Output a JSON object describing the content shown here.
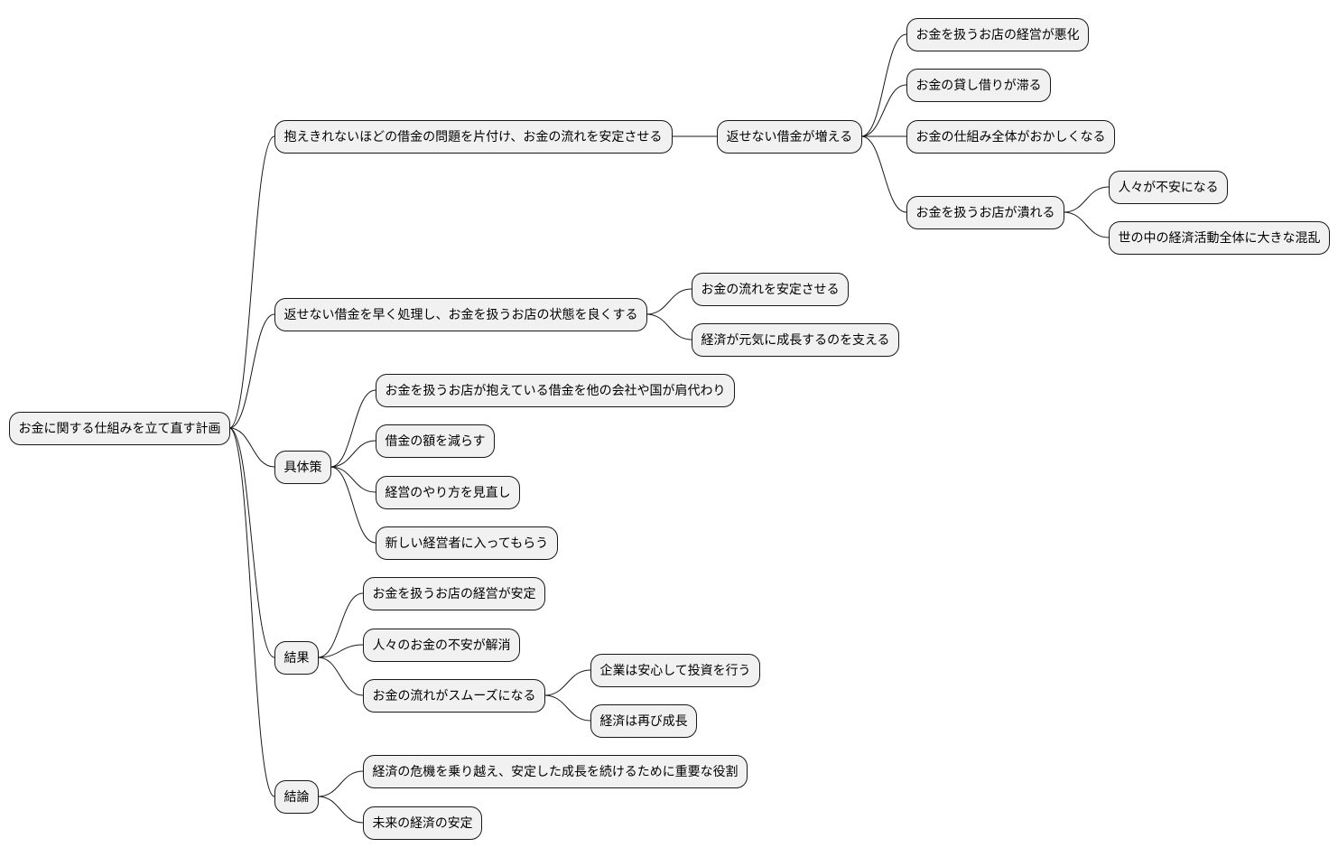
{
  "mindmap": {
    "root": {
      "id": "root",
      "label": "お金に関する仕組みを立て直す計画",
      "children": [
        {
          "id": "n1",
          "label": "抱えきれないほどの借金の問題を片付け、お金の流れを安定させる",
          "children": [
            {
              "id": "n1-1",
              "label": "返せない借金が増える",
              "children": [
                {
                  "id": "n1-1-1",
                  "label": "お金を扱うお店の経営が悪化",
                  "children": []
                },
                {
                  "id": "n1-1-2",
                  "label": "お金の貸し借りが滞る",
                  "children": []
                },
                {
                  "id": "n1-1-3",
                  "label": "お金の仕組み全体がおかしくなる",
                  "children": []
                },
                {
                  "id": "n1-1-4",
                  "label": "お金を扱うお店が潰れる",
                  "children": [
                    {
                      "id": "n1-1-4-1",
                      "label": "人々が不安になる",
                      "children": []
                    },
                    {
                      "id": "n1-1-4-2",
                      "label": "世の中の経済活動全体に大きな混乱",
                      "children": []
                    }
                  ]
                }
              ]
            }
          ]
        },
        {
          "id": "n2",
          "label": "返せない借金を早く処理し、お金を扱うお店の状態を良くする",
          "children": [
            {
              "id": "n2-1",
              "label": "お金の流れを安定させる",
              "children": []
            },
            {
              "id": "n2-2",
              "label": "経済が元気に成長するのを支える",
              "children": []
            }
          ]
        },
        {
          "id": "n3",
          "label": "具体策",
          "children": [
            {
              "id": "n3-1",
              "label": "お金を扱うお店が抱えている借金を他の会社や国が肩代わり",
              "children": []
            },
            {
              "id": "n3-2",
              "label": "借金の額を減らす",
              "children": []
            },
            {
              "id": "n3-3",
              "label": "経営のやり方を見直し",
              "children": []
            },
            {
              "id": "n3-4",
              "label": "新しい経営者に入ってもらう",
              "children": []
            }
          ]
        },
        {
          "id": "n4",
          "label": "結果",
          "children": [
            {
              "id": "n4-1",
              "label": "お金を扱うお店の経営が安定",
              "children": []
            },
            {
              "id": "n4-2",
              "label": "人々のお金の不安が解消",
              "children": []
            },
            {
              "id": "n4-3",
              "label": "お金の流れがスムーズになる",
              "children": [
                {
                  "id": "n4-3-1",
                  "label": "企業は安心して投資を行う",
                  "children": []
                },
                {
                  "id": "n4-3-2",
                  "label": "経済は再び成長",
                  "children": []
                }
              ]
            }
          ]
        },
        {
          "id": "n5",
          "label": "結論",
          "children": [
            {
              "id": "n5-1",
              "label": "経済の危機を乗り越え、安定した成長を続けるために重要な役割",
              "children": []
            },
            {
              "id": "n5-2",
              "label": "未来の経済の安定",
              "children": []
            }
          ]
        }
      ]
    }
  }
}
